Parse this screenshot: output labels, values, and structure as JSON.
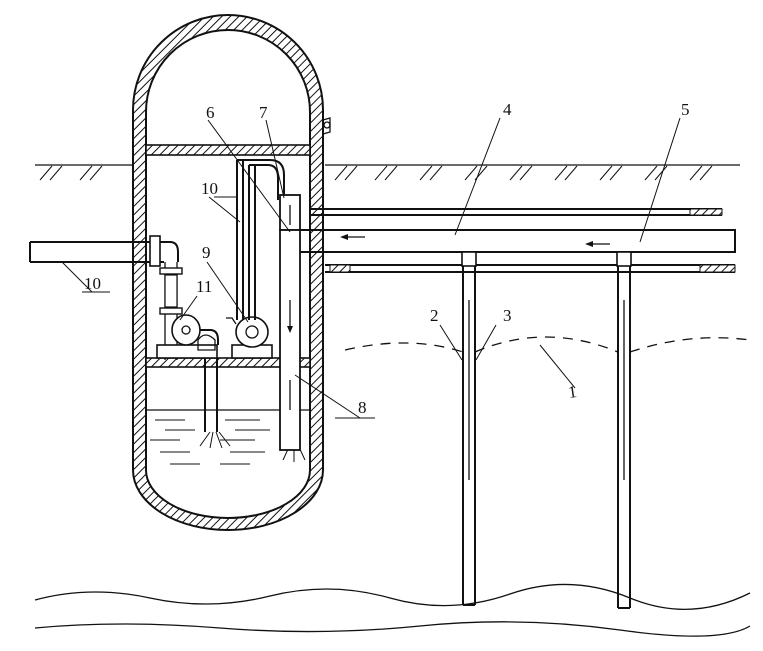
{
  "labels": {
    "l1": "1",
    "l2": "2",
    "l3": "3",
    "l4": "4",
    "l5": "5",
    "l6": "6",
    "l7": "7",
    "l8": "8",
    "l9": "9",
    "l10a": "10",
    "l10b": "10",
    "l11": "11"
  }
}
